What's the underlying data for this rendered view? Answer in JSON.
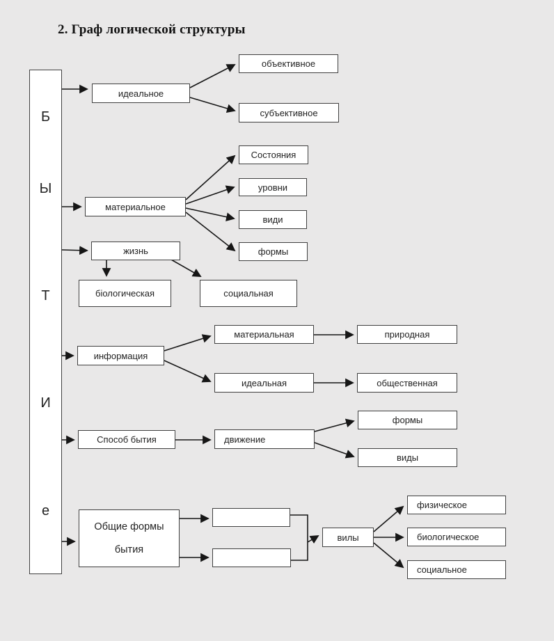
{
  "title": "2. Граф логической структуры",
  "root_node": {
    "word": "БЫТИе",
    "letters": [
      "Б",
      "Ы",
      "Т",
      "И",
      "е"
    ]
  },
  "nodes": {
    "idealnoe": "идеальное",
    "obektivnoe": "объективное",
    "subektivnoe": "субъективное",
    "materialnoe": "материальное",
    "sostoyaniya": "Состояния",
    "urovni": "уровни",
    "vidi": "види",
    "formy_materialnogo": "формы",
    "zhizn": "жизнь",
    "biologicheskaya": "біологическая",
    "sotsialnaya": "социальная",
    "informatsiya": "информация",
    "materialnaya": "материальная",
    "prirodnaya": "природная",
    "idealnaya": "идеальная",
    "obshchestvennaya": "общественная",
    "sposob_bytiya": "Способ бытия",
    "dvizhenie": "движение",
    "formy_dvizheniya": "формы",
    "vidy_dvizheniya": "виды",
    "obshchie_formy": {
      "line1": "Общие формы",
      "line2": "бытия"
    },
    "vily": "вилы",
    "fizicheskoe": "физическое",
    "biologicheskoe": "биологическое",
    "sotsialnoe": "социальное"
  },
  "colors": {
    "background": "#e9e8e8",
    "node_fill": "#ffffff",
    "node_border": "#3f3f3f",
    "line": "#161616",
    "text": "#222222"
  }
}
